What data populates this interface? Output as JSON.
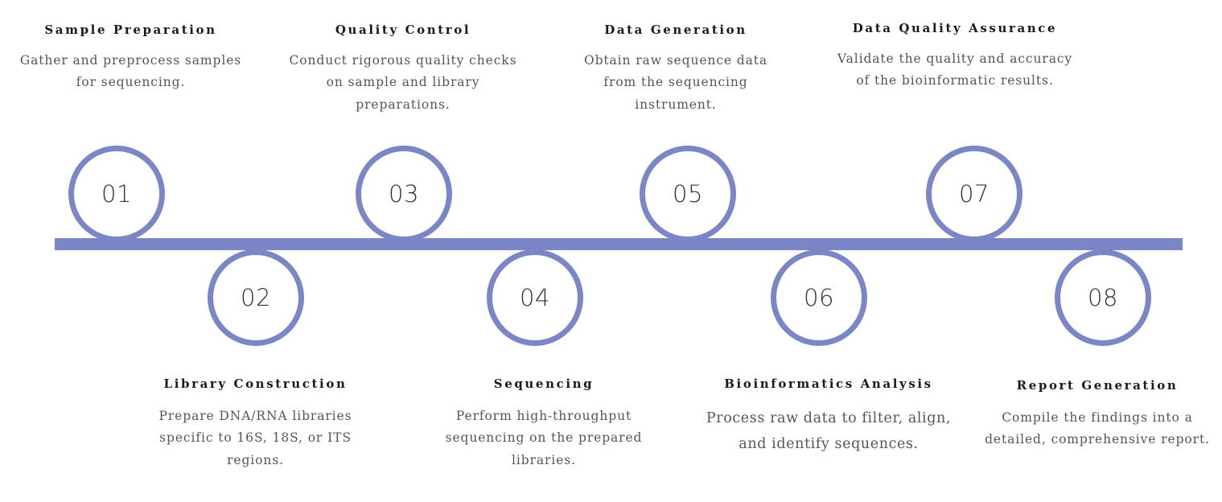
{
  "diagram": {
    "kind": "horizontal-timeline",
    "orientation": "alternating-above-below",
    "accent_color": "#7b86c6",
    "title_color": "#1a1a1a",
    "description_color": "#555555",
    "number_color": "#333333",
    "background_color": "#ffffff",
    "step_count": 8
  },
  "steps": [
    {
      "number": "01",
      "title": "Sample Preparation",
      "description": "Gather and preprocess samples for sequencing.",
      "position": "above"
    },
    {
      "number": "02",
      "title": "Library Construction",
      "description": "Prepare DNA/RNA libraries specific to 16S, 18S, or ITS regions.",
      "position": "below"
    },
    {
      "number": "03",
      "title": "Quality Control",
      "description": "Conduct rigorous quality checks on sample and library preparations.",
      "position": "above"
    },
    {
      "number": "04",
      "title": "Sequencing",
      "description": "Perform high-throughput sequencing on the prepared libraries.",
      "position": "below"
    },
    {
      "number": "05",
      "title": "Data Generation",
      "description": "Obtain raw sequence data from the sequencing instrument.",
      "position": "above"
    },
    {
      "number": "06",
      "title": "Bioinformatics Analysis",
      "description": "Process raw data to filter, align, and identify sequences.",
      "position": "below"
    },
    {
      "number": "07",
      "title": "Data Quality Assurance",
      "description": "Validate the quality and accuracy of the bioinformatic results.",
      "position": "above"
    },
    {
      "number": "08",
      "title": "Report Generation",
      "description": "Compile the findings into a detailed, comprehensive report.",
      "position": "below"
    }
  ]
}
